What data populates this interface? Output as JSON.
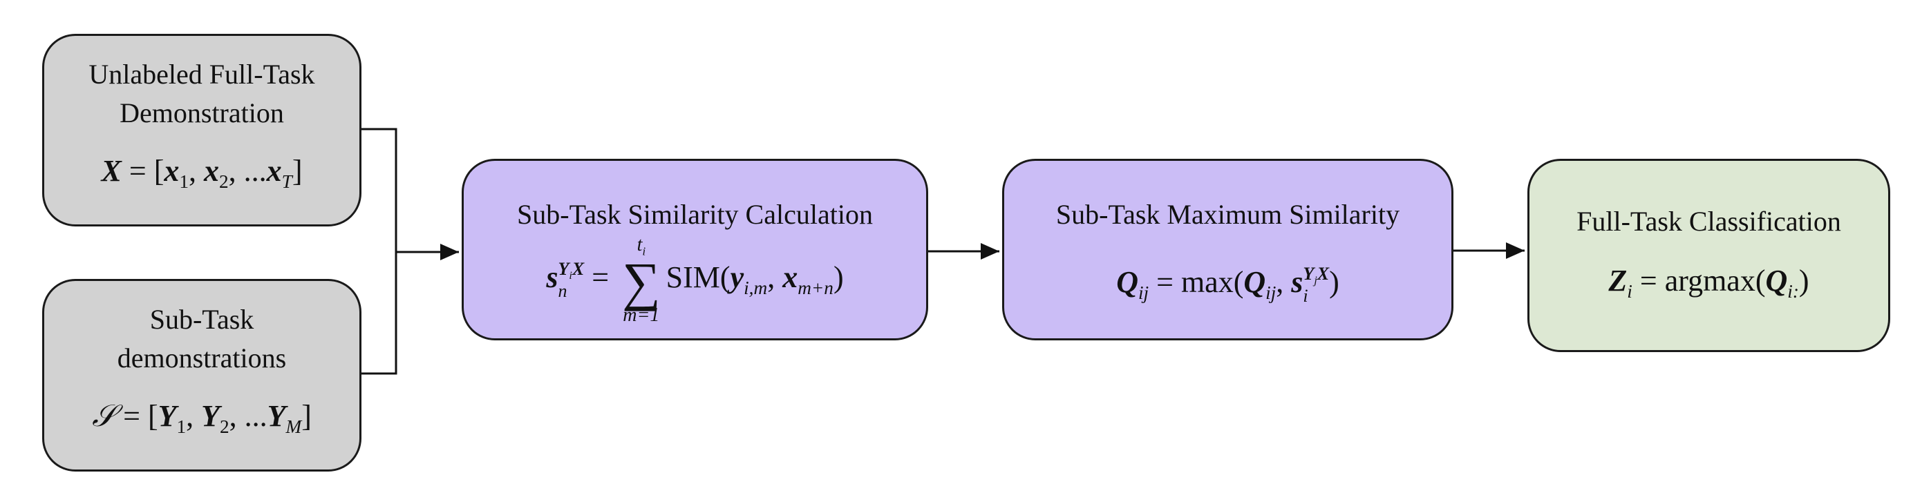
{
  "nodes": {
    "full_task_demo": {
      "title_line1": "Unlabeled Full-Task",
      "title_line2": "Demonstration",
      "formula": {
        "lhs": "X",
        "rhs_open": "= [",
        "x1": "x",
        "s1": "1",
        "x2": "x",
        "s2": "2",
        "dots": ", ...",
        "xT": "x",
        "sT": "T",
        "close": "]"
      }
    },
    "sub_task_demos": {
      "title_line1": "Sub-Task",
      "title_line2": "demonstrations",
      "formula": {
        "lhs": "𝒮",
        "rhs_open": "= [",
        "Y1": "Y",
        "s1": "1",
        "Y2": "Y",
        "s2": "2",
        "dots": ", ...",
        "YM": "Y",
        "sM": "M",
        "close": "]"
      }
    },
    "similarity_calc": {
      "title": "Sub-Task Similarity Calculation",
      "formula": {
        "s": "s",
        "sub_n": "n",
        "sup": "Y",
        "sup_sub": "i",
        "sup_X": "X",
        "eq": "=",
        "sum_top": "t",
        "sum_top_sub": "i",
        "sigma": "∑",
        "sum_bottom": "m=1",
        "sim": "SIM(",
        "y": "y",
        "y_sub": "i,m",
        "comma": ", ",
        "x": "x",
        "x_sub": "m+n",
        "close": ")"
      }
    },
    "max_similarity": {
      "title": "Sub-Task Maximum Similarity",
      "formula": {
        "Q": "Q",
        "Q_sub": "ij",
        "eq": "= max(",
        "Q2": "Q",
        "Q2_sub": "ij",
        "comma": ", ",
        "s": "s",
        "s_sub": "i",
        "sup_Y": "Y",
        "sup_j": "j",
        "sup_X": "X",
        "close": ")"
      }
    },
    "classification": {
      "title": "Full-Task Classification",
      "formula": {
        "Z": "Z",
        "Z_sub": "i",
        "eq": "= argmax(",
        "Q": "Q",
        "Q_sub": "i:",
        "close": ")"
      }
    }
  },
  "colors": {
    "input_fill": "#d2d2d2",
    "process_fill": "#cbbdf6",
    "output_fill": "#dde8d3",
    "stroke": "#1a1a1a"
  }
}
